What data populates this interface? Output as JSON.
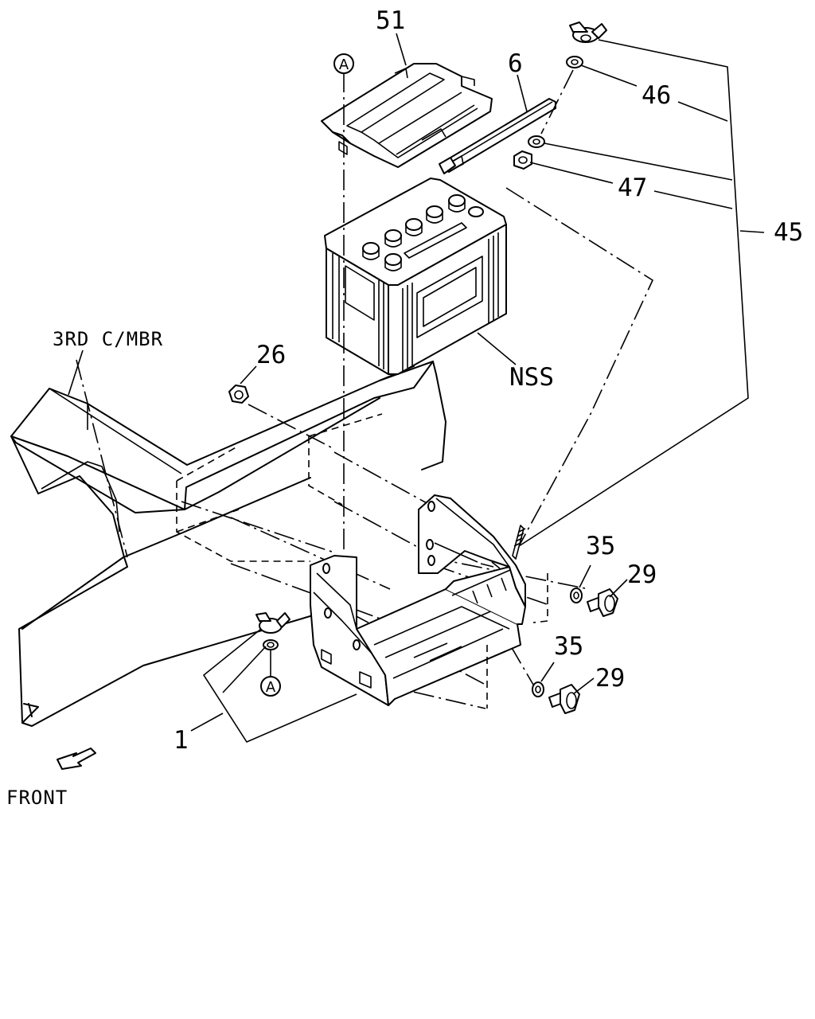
{
  "labels": {
    "p51": "51",
    "p6": "6",
    "p46": "46",
    "p47": "47",
    "p45": "45",
    "p26": "26",
    "pNSS": "NSS",
    "p35a": "35",
    "p29a": "29",
    "p35b": "35",
    "p29b": "29",
    "p1": "1",
    "crossmember": "3RD C/MBR",
    "front": "FRONT",
    "refA1": "A",
    "refA2": "A"
  }
}
